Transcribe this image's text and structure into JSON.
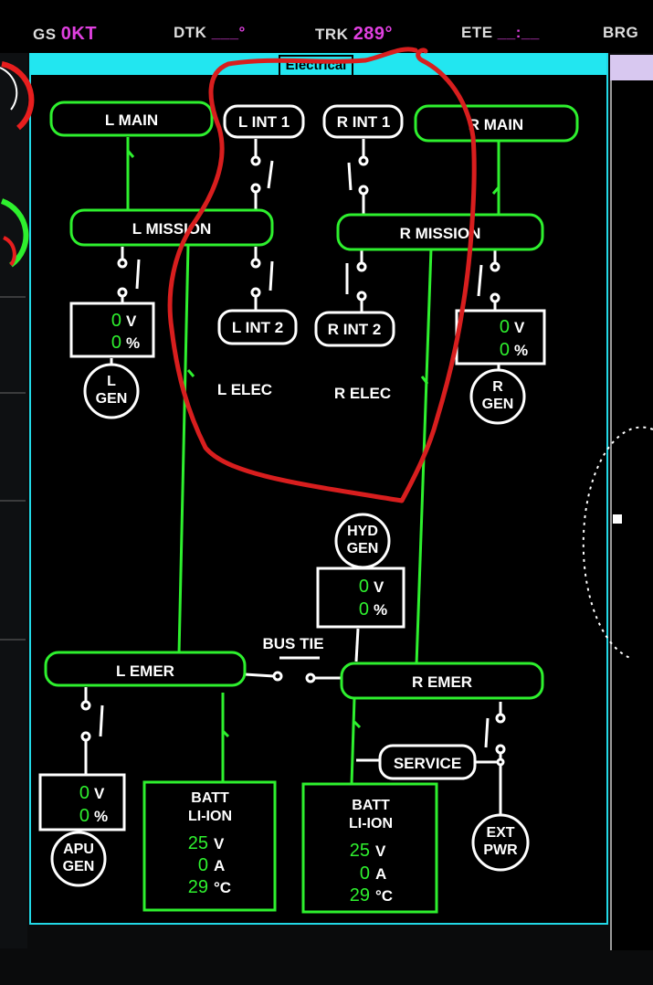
{
  "topbar": {
    "gs_label": "GS",
    "gs_value": "0KT",
    "dtk_label": "DTK",
    "dtk_value": "___°",
    "trk_label": "TRK",
    "trk_value": "289°",
    "ete_label": "ETE",
    "ete_value": "__:__",
    "brg_label": "BRG"
  },
  "panel": {
    "title": "Electrical"
  },
  "buses": {
    "l_main": "L MAIN",
    "r_main": "R MAIN",
    "l_int1": "L INT 1",
    "r_int1": "R INT 1",
    "l_mission": "L MISSION",
    "r_mission": "R MISSION",
    "l_int2": "L INT 2",
    "r_int2": "R INT 2",
    "l_elec": "L ELEC",
    "r_elec": "R ELEC",
    "l_emer": "L EMER",
    "r_emer": "R EMER",
    "bus_tie": "BUS TIE",
    "service": "SERVICE"
  },
  "sources": {
    "l_gen": {
      "line1": "L",
      "line2": "GEN",
      "volts": "0",
      "percent": "0",
      "v_unit": "V",
      "p_unit": "%"
    },
    "r_gen": {
      "line1": "R",
      "line2": "GEN",
      "volts": "0",
      "percent": "0",
      "v_unit": "V",
      "p_unit": "%"
    },
    "hyd_gen": {
      "line1": "HYD",
      "line2": "GEN",
      "volts": "0",
      "percent": "0",
      "v_unit": "V",
      "p_unit": "%"
    },
    "apu_gen": {
      "line1": "APU",
      "line2": "GEN",
      "volts": "0",
      "percent": "0",
      "v_unit": "V",
      "p_unit": "%"
    },
    "ext_pwr": {
      "line1": "EXT",
      "line2": "PWR"
    }
  },
  "batteries": {
    "left": {
      "line1": "BATT",
      "line2": "LI-ION",
      "volts": "25",
      "amps": "0",
      "temp": "29",
      "v_unit": "V",
      "a_unit": "A",
      "t_unit": "°C"
    },
    "right": {
      "line1": "BATT",
      "line2": "LI-ION",
      "volts": "25",
      "amps": "0",
      "temp": "29",
      "v_unit": "V",
      "a_unit": "A",
      "t_unit": "°C"
    }
  },
  "colors": {
    "bus_green": "#2ef02e",
    "bus_white": "#ffffff",
    "frame_cyan": "#22d8e6",
    "magenta": "#e040e0",
    "annotation_red": "#d81e1e"
  },
  "icons": {
    "switch": "contactor-switch-icon",
    "map_marker": "waypoint-square-icon"
  }
}
